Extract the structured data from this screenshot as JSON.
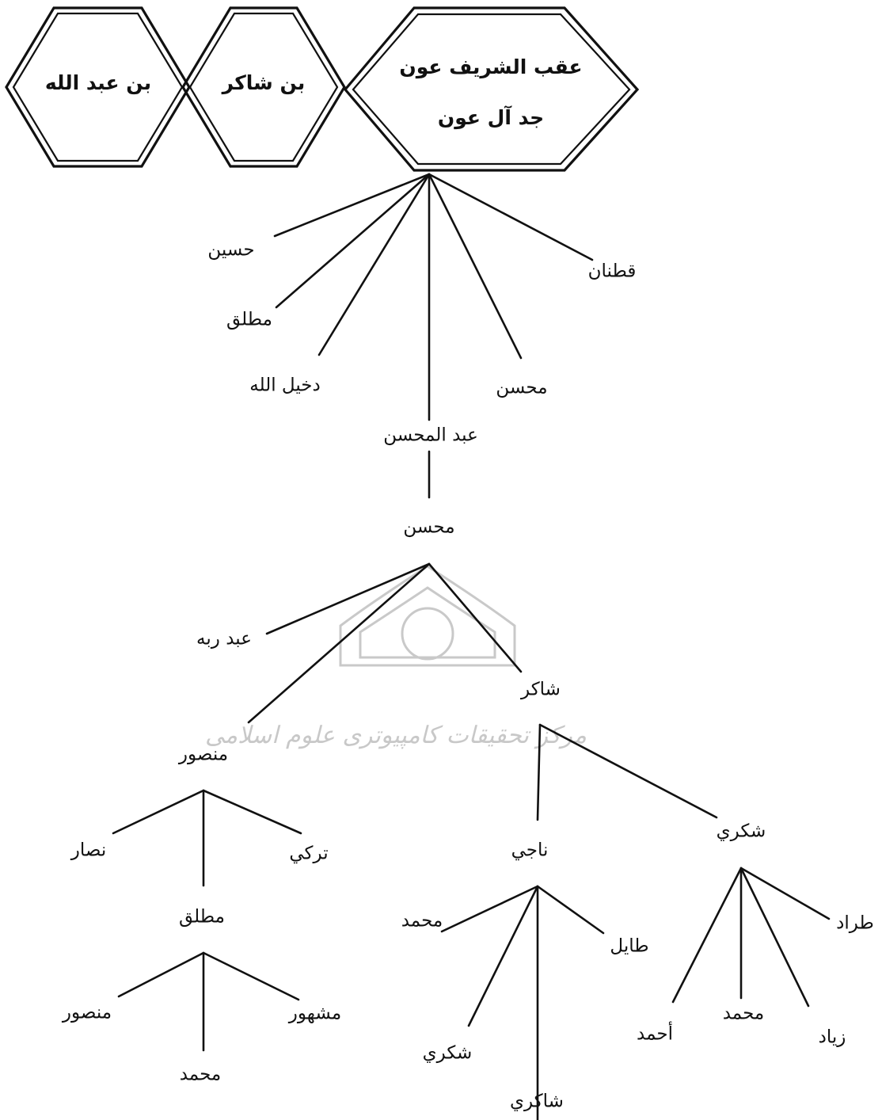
{
  "header": {
    "main_title_line1": "عقب الشريف عون",
    "main_title_line2": "جد آل عون",
    "branch_shakir": "بن شاكر",
    "branch_abdullah": "بن عبد الله"
  },
  "watermark": {
    "text": "مرکز تحقیقات کامپیوتری علوم اسلامی"
  },
  "nodes": {
    "husayn": "حسين",
    "mutlaq_1": "مطلق",
    "dakhilallah": "دخيل الله",
    "abd_almuhsin": "عبد المحسن",
    "muhsin_1": "محسن",
    "qatnan": "قطنان",
    "muhsin_2": "محسن",
    "abd_rabbih": "عبد ربه",
    "shakir": "شاكر",
    "mansur_1": "منصور",
    "nassar": "نصار",
    "turki": "تركي",
    "mutlaq_2": "مطلق",
    "mansur_2": "منصور",
    "mashhur": "مشهور",
    "muhammad_1": "محمد",
    "naji": "ناجي",
    "shukri_1": "شكري",
    "muhammad_2": "محمد",
    "tayil": "طايل",
    "shukri_2": "شكري",
    "shakiri": "شاكري",
    "tarrad": "طراد",
    "ahmad": "أحمد",
    "muhammad_3": "محمد",
    "ziyad": "زياد"
  }
}
